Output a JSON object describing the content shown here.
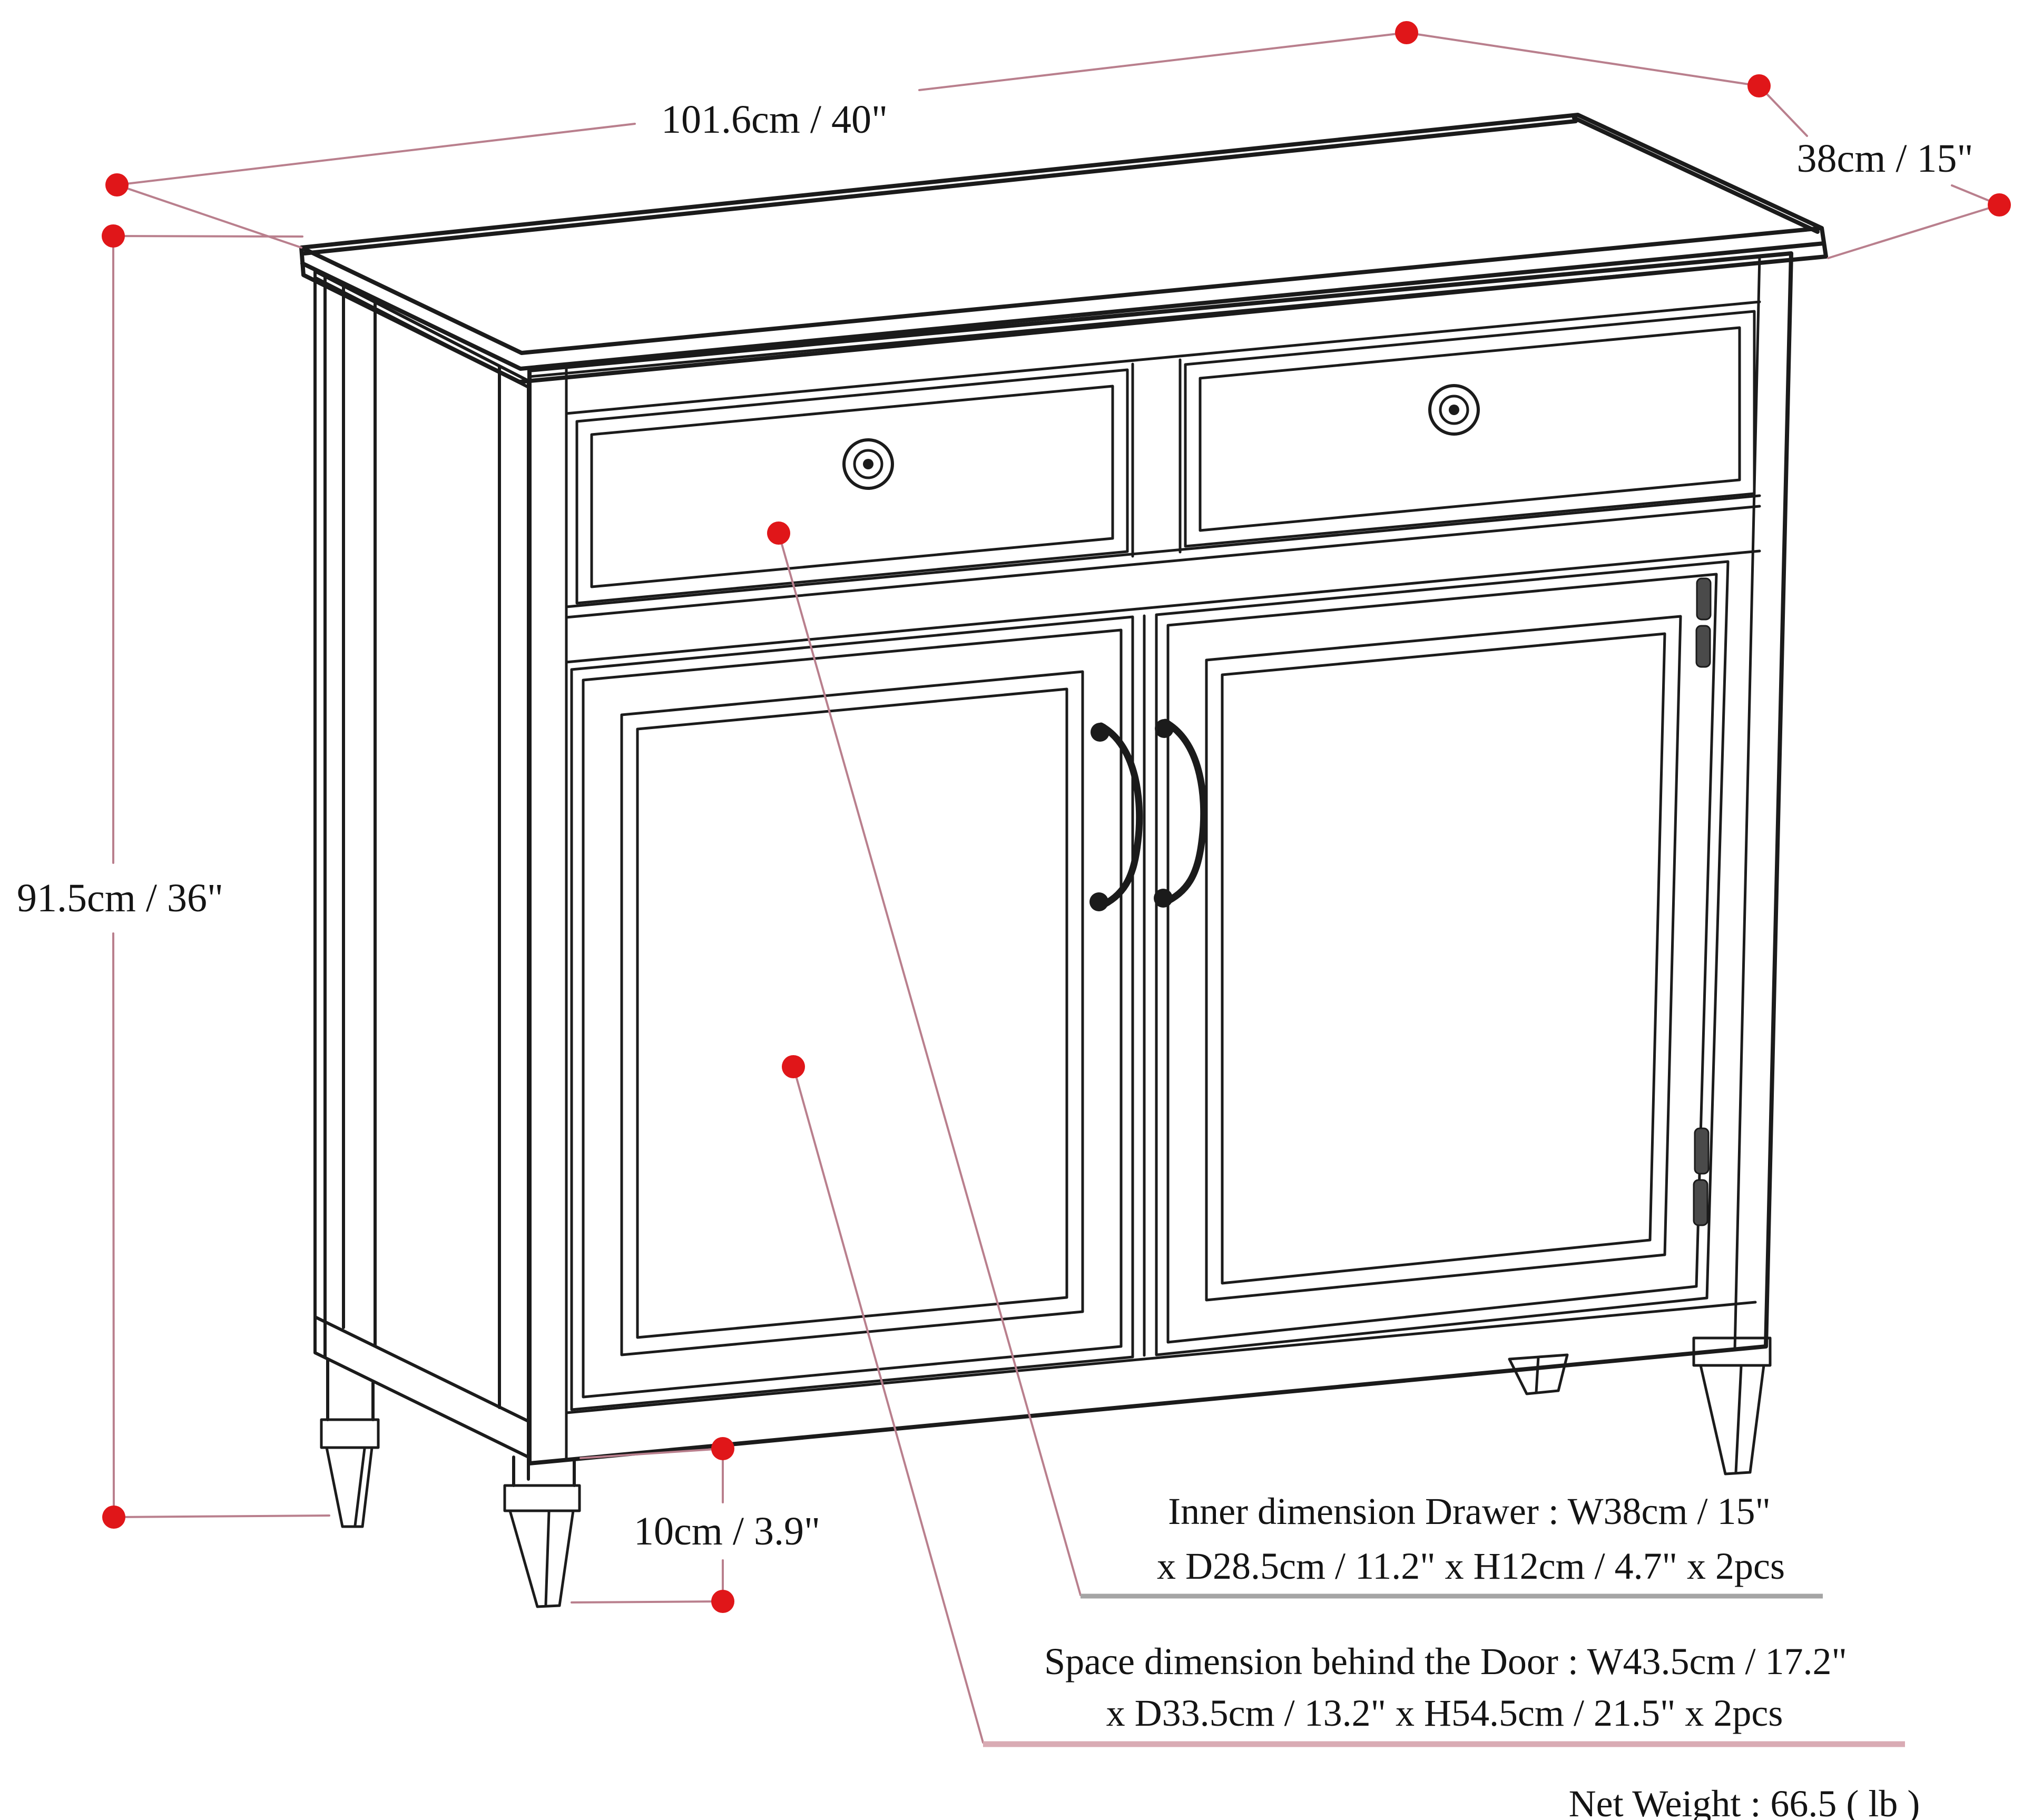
{
  "dimensions": {
    "width": {
      "label": "101.6cm / 40\""
    },
    "depth": {
      "label": "38cm / 15\""
    },
    "height": {
      "label": "91.5cm / 36\""
    },
    "leg_height": {
      "label": "10cm / 3.9\""
    }
  },
  "notes": {
    "drawer_inner": {
      "line1": "Inner dimension Drawer : W38cm / 15\"",
      "line2": "x D28.5cm / 11.2\" x H12cm / 4.7\" x 2pcs"
    },
    "door_space": {
      "line1": "Space dimension behind the Door  : W43.5cm / 17.2\"",
      "line2": "x D33.5cm / 13.2\" x H54.5cm / 21.5\" x 2pcs"
    },
    "net_weight": "Net Weight : 66.5 ( lb )"
  },
  "colors": {
    "background": "#ffffff",
    "ink": "#1b1b1b",
    "dimension_line": "#b97f8d",
    "dimension_dot": "#e01619",
    "underline_drawer_note": "#a5a5a5",
    "underline_door_note": "#d9abb4"
  }
}
